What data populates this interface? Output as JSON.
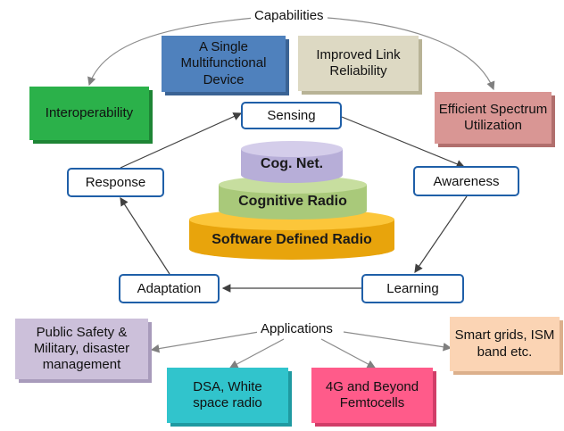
{
  "capabilities": {
    "title": "Capabilities",
    "items": [
      {
        "label": "A Single Multifunctional Device",
        "color": "#4f81bd"
      },
      {
        "label": "Improved Link Reliability",
        "color": "#ddd9c3"
      },
      {
        "label": "Interoperability",
        "color": "#2bb14a"
      },
      {
        "label": "Efficient Spectrum Utilization",
        "color": "#d99694"
      }
    ]
  },
  "stack": {
    "layers": [
      {
        "label": "Cog. Net.",
        "color": "#bfb6dd"
      },
      {
        "label": "Cognitive Radio",
        "color": "#b5d18a"
      },
      {
        "label": "Software Defined Radio",
        "color": "#f7b515"
      }
    ]
  },
  "cycle": {
    "steps": [
      "Sensing",
      "Awareness",
      "Learning",
      "Adaptation",
      "Response"
    ],
    "border_color": "#1f5fa8"
  },
  "applications": {
    "title": "Applications",
    "items": [
      {
        "label": "Public Safety & Military, disaster management",
        "color": "#ccc0da"
      },
      {
        "label": "Smart grids, ISM band etc.",
        "color": "#fbd4b4"
      },
      {
        "label": "DSA, White space radio",
        "color": "#31c4cc"
      },
      {
        "label": "4G and Beyond Femtocells",
        "color": "#ff5b8a"
      }
    ]
  }
}
